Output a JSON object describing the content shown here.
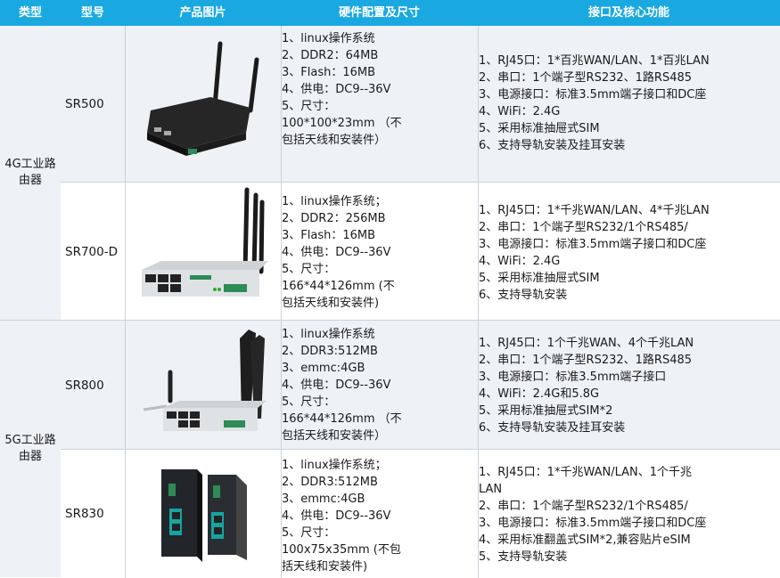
{
  "headers": [
    "类型",
    "型号",
    "产品图片",
    "硬件配置及尺寸",
    "接口及核心功能"
  ],
  "groups": [
    {
      "label_l1": "4G工业路",
      "label_l2": "由器"
    },
    {
      "label_l1": "5G工业路",
      "label_l2": "由器"
    }
  ],
  "rows": [
    {
      "model": "SR500",
      "hardware": [
        "1、linux操作系统",
        "2、DDR2：64MB",
        "3、Flash：16MB",
        "4、供电：DC9--36V",
        "5、尺寸：",
        "100*100*23mm （不",
        "包括天线和安装件）"
      ],
      "features": [
        "1、RJ45口：1*百兆WAN/LAN、1*百兆LAN",
        "2、串口：1个端子型RS232、1路RS485",
        "3、电源接口：标准3.5mm端子接口和DC座",
        "4、WiFi：2.4G",
        "5、采用标准抽屉式SIM",
        "6、支持导轨安装及挂耳安装"
      ]
    },
    {
      "model": "SR700-D",
      "hardware": [
        "1、linux操作系统；",
        "2、DDR2：256MB",
        "3、Flash：16MB",
        "4、供电：DC9--36V",
        "5、尺寸：",
        "166*44*126mm (不",
        "包括天线和安装件)"
      ],
      "features": [
        "1、RJ45口：1*千兆WAN/LAN、4*千兆LAN",
        "2、串口：1个端子型RS232/1个RS485/",
        "3、电源接口：标准3.5mm端子接口和DC座",
        "4、WiFi：2.4G",
        "5、采用标准抽屉式SIM",
        "6、支持导轨安装"
      ]
    },
    {
      "model": "SR800",
      "hardware": [
        "1、linux操作系统",
        "2、DDR3:512MB",
        "3、emmc:4GB",
        "4、供电：DC9--36V",
        "5、尺寸：",
        "166*44*126mm （不",
        "包括天线和安装件）"
      ],
      "features": [
        "1、RJ45口：1个千兆WAN、4个千兆LAN",
        "2、串口：1个端子型RS232、1路RS485",
        "3、电源接口：标准3.5mm端子接口",
        "4、WiFi：2.4G和5.8G",
        "5、采用标准抽屉式SIM*2",
        "6、支持导轨安装及挂耳安装"
      ]
    },
    {
      "model": "SR830",
      "hardware": [
        "1、linux操作系统；",
        "2、DDR3:512MB",
        "3、emmc:4GB",
        "4、供电：DC9--36V",
        "5、尺寸：",
        "100x75x35mm (不包",
        "括天线和安装件)"
      ],
      "features": [
        "1、RJ45口：1*千兆WAN/LAN、1个千兆",
        "LAN",
        "2、串口：1个端子型RS232/1个RS485/",
        "3、电源接口：标准3.5mm端子接口和DC座",
        "4、采用标准翻盖式SIM*2,兼容贴片eSIM",
        "5、支持导轨安装"
      ]
    }
  ],
  "colors": {
    "header": "#1aa8e0",
    "shade": "#eef1f6",
    "border": "#c8d2de"
  }
}
